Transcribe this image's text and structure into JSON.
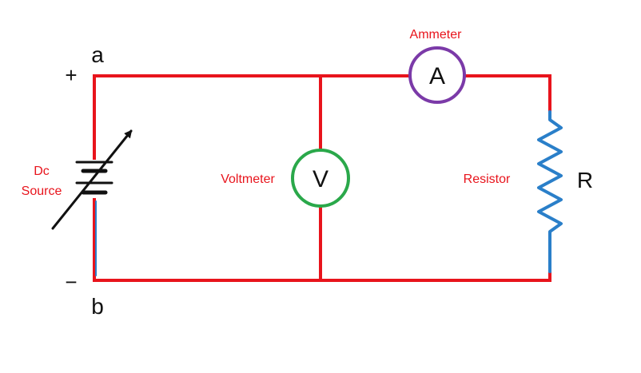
{
  "diagram": {
    "nodes": {
      "top": "a",
      "bottom": "b"
    },
    "polarity": {
      "positive": "+",
      "negative": "−"
    },
    "source": {
      "label_line1": "Dc",
      "label_line2": "Source"
    },
    "voltmeter": {
      "label": "Voltmeter",
      "symbol": "V"
    },
    "ammeter": {
      "label": "Ammeter",
      "symbol": "A"
    },
    "resistor": {
      "label": "Resistor",
      "symbol": "R"
    }
  },
  "colors": {
    "wire": "#e8141c",
    "label": "#e8141c",
    "voltmeter_ring": "#2aa84a",
    "ammeter_ring": "#7b3aa8",
    "resistor": "#2a7fc9",
    "ink": "#111111"
  }
}
